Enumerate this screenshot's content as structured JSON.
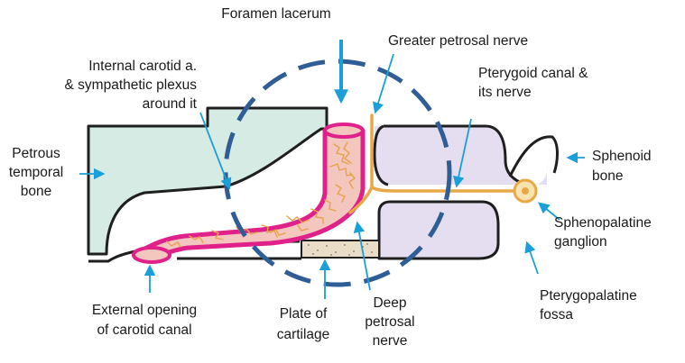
{
  "colors": {
    "petrous_fill": "#d6ebe3",
    "sphenoid_fill": "#e4def0",
    "artery_outline": "#e0218a",
    "artery_fill": "#f3c6be",
    "plexus_squiggle": "#e8a24c",
    "nerve": "#e9a846",
    "arrow": "#1a9fd8",
    "dashed_circle": "#2f5d95",
    "cartilage_fill": "#e9ddc8"
  },
  "labels": {
    "foramen_lacerum": "Foramen lacerum",
    "greater_petrosal_nerve": "Greater petrosal nerve",
    "internal_carotid": [
      "Internal carotid a.",
      "& sympathetic plexus",
      "around it"
    ],
    "pterygoid_canal": [
      "Pterygoid canal &",
      "its nerve"
    ],
    "petrous_temporal_bone": [
      "Petrous",
      "temporal",
      "bone"
    ],
    "sphenoid_bone": [
      "Sphenoid",
      "bone"
    ],
    "sphenopalatine_ganglion": [
      "Sphenopalatine",
      "ganglion"
    ],
    "pterygopalatine_fossa": [
      "Pterygopalatine",
      "fossa"
    ],
    "external_opening": [
      "External opening",
      "of carotid canal"
    ],
    "plate_of_cartilage": [
      "Plate of",
      "cartilage"
    ],
    "deep_petrosal_nerve": [
      "Deep",
      "petrosal",
      "nerve"
    ]
  }
}
